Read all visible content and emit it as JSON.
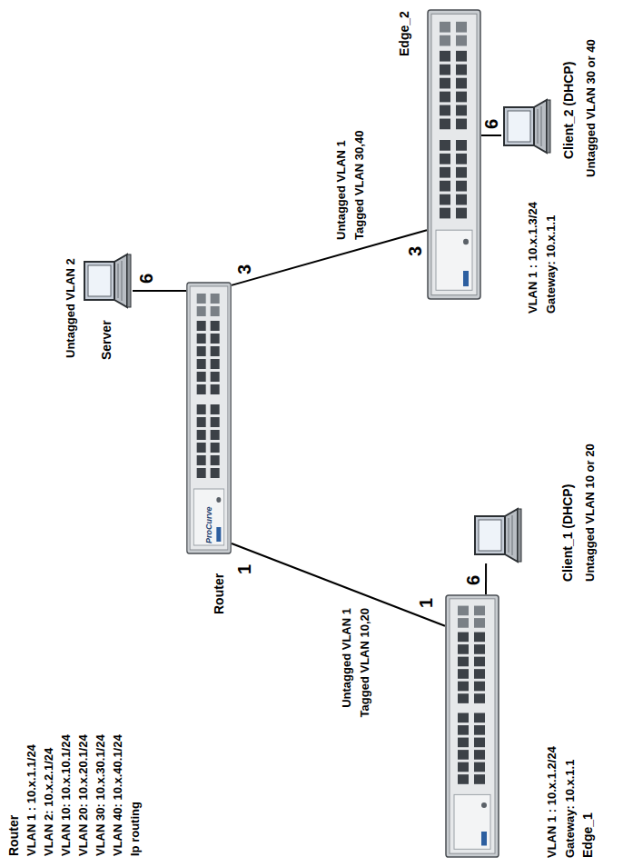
{
  "diagram": {
    "nodes": [
      {
        "text": [
          "Router"
        ]
      },
      {
        "text": [
          "Server"
        ]
      },
      {
        "text": [
          "Edge_1",
          "VLAN 1 : 10.x.1.2/24",
          "Gateway: 10.x.1.1"
        ]
      },
      {
        "text": [
          "Client_1 (DHCP)"
        ]
      },
      {
        "text": [
          "Edge_2",
          "VLAN 1 : 10.x.1.3/24",
          "Gateway: 10.x.1.1"
        ]
      },
      {
        "text": [
          "Client_2 (DHCP)"
        ]
      }
    ],
    "edges": [
      {
        "from": 0,
        "to": 1,
        "arrow": "none"
      },
      {
        "from": 0,
        "to": 2,
        "arrow": "none"
      },
      {
        "from": 0,
        "to": 4,
        "arrow": "none"
      },
      {
        "from": 2,
        "to": 3,
        "arrow": "none"
      },
      {
        "from": 4,
        "to": 5,
        "arrow": "none"
      }
    ],
    "labels": [
      "Router",
      "VLAN 1 : 10.x.1.1/24",
      "VLAN 2: 10.x.2.1/24",
      "VLAN 10: 10.x.10.1/24",
      "VLAN 20: 10.x.20.1/24",
      "VLAN 30: 10.x.30.1/24",
      "VLAN 40: 10.x.40.1/24",
      "Ip routing",
      "Untagged VLAN 2",
      "6",
      "3",
      "1",
      "Untagged VLAN 1",
      "Tagged VLAN 10,20",
      "1",
      "6",
      "Untagged VLAN 10 or 20",
      "Untagged VLAN 1",
      "Tagged VLAN 30,40",
      "3",
      "6",
      "Untagged VLAN 30 or 40",
      "ProCurve"
    ]
  }
}
